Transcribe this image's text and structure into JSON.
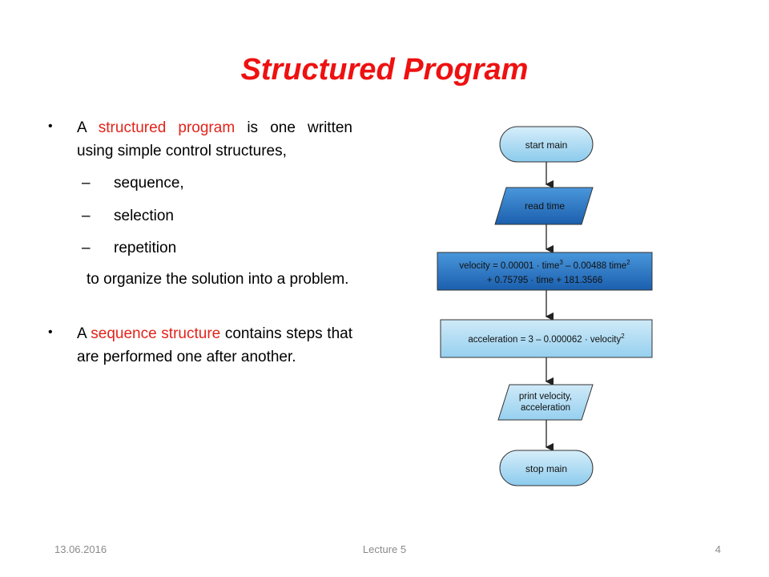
{
  "slide": {
    "title": "Structured Program",
    "bullets": {
      "b1_pre": "A ",
      "b1_red": "structured program",
      "b1_post": " is one written using simple control structures,",
      "sub_items": [
        "sequence,",
        "selection",
        "repetition"
      ],
      "continuation": "to organize the solution into a problem.",
      "b2_pre": "A ",
      "b2_red": "sequence structure",
      "b2_post": " contains steps that are performed one after another."
    },
    "flowchart": {
      "start": "start main",
      "read": "read time",
      "velocity_line1_a": "velocity = 0.00001 · time",
      "velocity_line1_b": " – 0.00488 time",
      "velocity_sup1": "3",
      "velocity_sup2": "2",
      "velocity_line2": "+ 0.75795 · time + 181.3566",
      "accel_a": "acceleration = 3 – 0.000062 · velocity",
      "accel_sup": "2",
      "print_line1": "print velocity,",
      "print_line2": "acceleration",
      "stop": "stop main"
    },
    "footer": {
      "date": "13.06.2016",
      "center": "Lecture 5",
      "page": "4"
    },
    "colors": {
      "title": "#ee1111",
      "highlight": "#e2231a",
      "box_dark": "#1f6fbf",
      "box_light": "#a9d8f2"
    }
  }
}
